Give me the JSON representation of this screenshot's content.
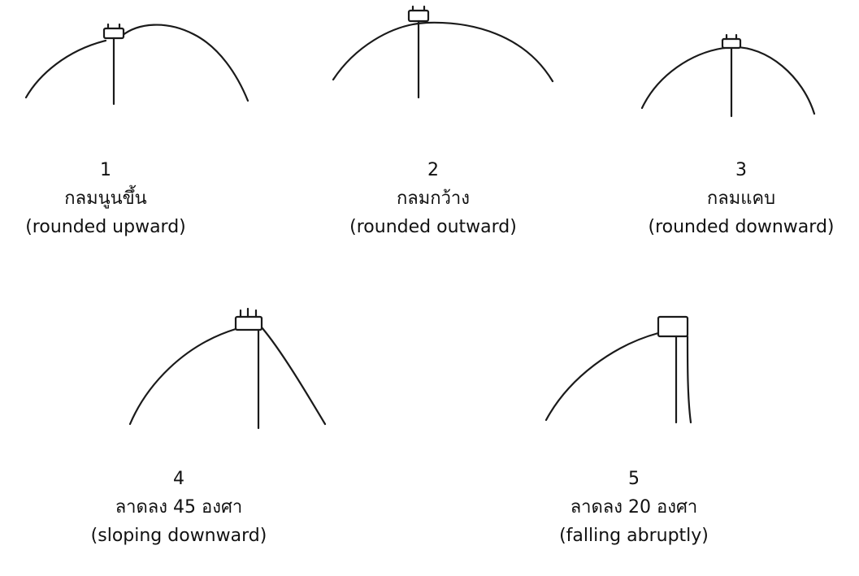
{
  "figures": [
    {
      "number": "1",
      "thai": "กลมนูนขึ้น",
      "english": "(rounded upward)"
    },
    {
      "number": "2",
      "thai": "กลมกว้าง",
      "english": "(rounded outward)"
    },
    {
      "number": "3",
      "thai": "กลมแคบ",
      "english": "(rounded downward)"
    },
    {
      "number": "4",
      "thai": "ลาดลง 45 องศา",
      "english": "(sloping downward)"
    },
    {
      "number": "5",
      "thai": "ลาดลง 20 องศา",
      "english": "(falling abruptly)"
    }
  ]
}
